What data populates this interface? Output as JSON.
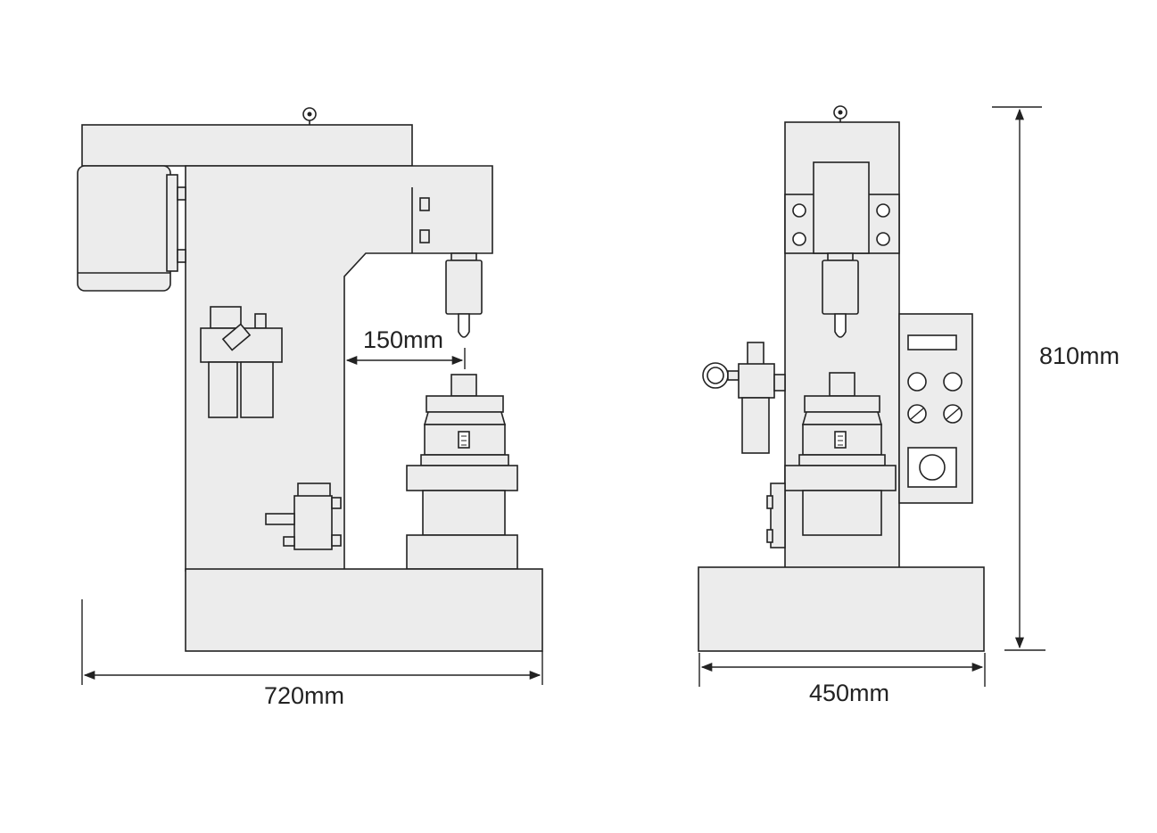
{
  "dimensions": {
    "width_side": "720mm",
    "gap": "150mm",
    "width_front": "450mm",
    "height": "810mm"
  },
  "colors": {
    "line": "#222222",
    "fill": "#ececec"
  }
}
